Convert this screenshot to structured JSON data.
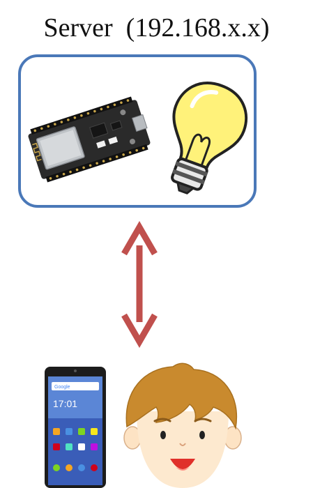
{
  "title": "Server  (192.168.x.x)",
  "colors": {
    "box_border": "#4a78b8",
    "arrow": "#c0504d",
    "bulb": "#fff27a",
    "board": "#2b2b2b"
  },
  "phone": {
    "clock": "17:01",
    "search_brand": "Google"
  },
  "icons": [
    "esp8266-board-icon",
    "light-bulb-icon",
    "smartphone-icon",
    "boy-face-icon",
    "double-arrow-icon"
  ]
}
